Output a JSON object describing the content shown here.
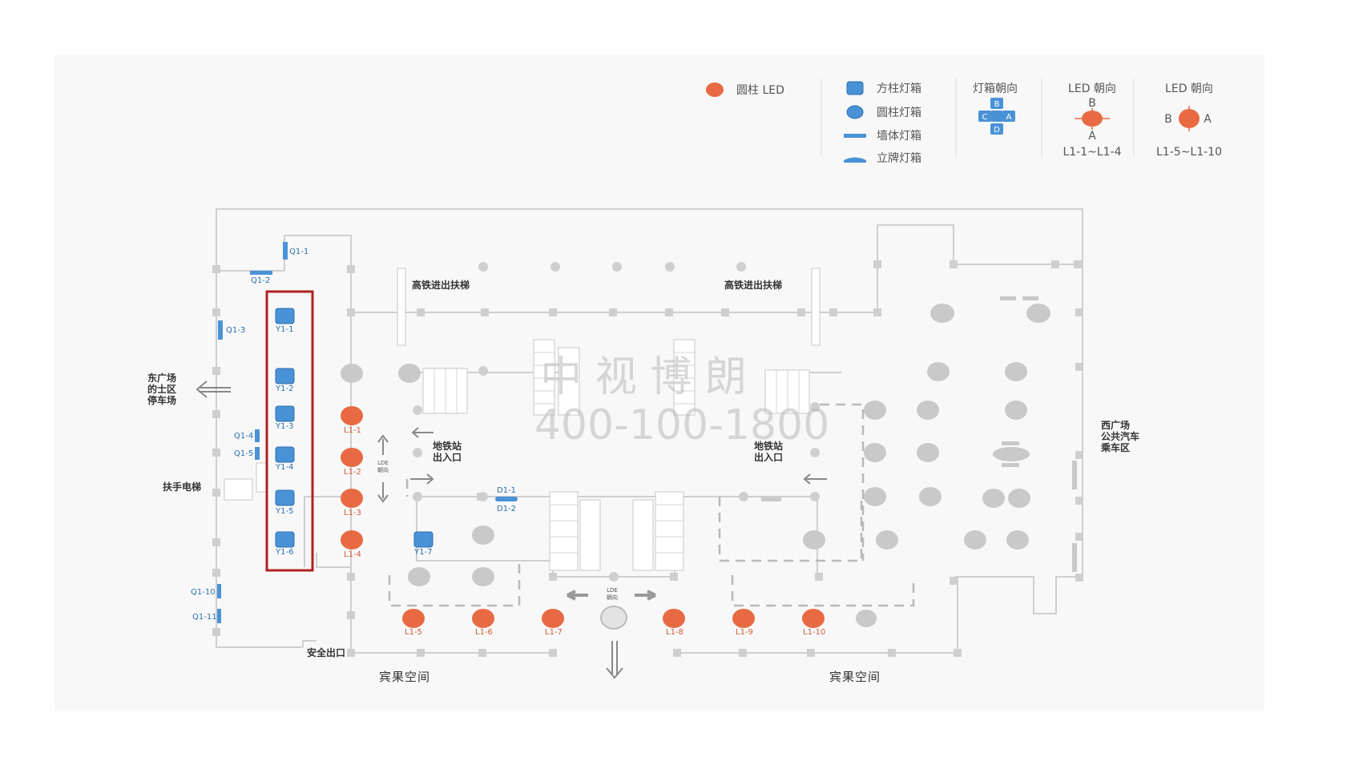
{
  "legend": {
    "round_led": "圆柱 LED",
    "square_box": "方柱灯箱",
    "round_box": "圆柱灯箱",
    "wall_box": "墙体灯箱",
    "stand_box": "立牌灯箱",
    "box_dir_title": "灯箱朝向",
    "box_dir": {
      "b": "B",
      "c": "C",
      "a": "A",
      "d": "D"
    },
    "led_dir1": {
      "title": "LED 朝向",
      "b": "B",
      "a": "A",
      "range": "L1-1~L1-4"
    },
    "led_dir2": {
      "title": "LED 朝向",
      "b": "B",
      "a": "A",
      "range": "L1-5~L1-10"
    }
  },
  "areas": {
    "east": "东广场的士区停车场",
    "west": "西广场公共汽车乘车区",
    "escalator_left": "扶手电梯",
    "hsr_escalator_1": "高铁进出扶梯",
    "hsr_escalator_2": "高铁进出扶梯",
    "metro_1": "地铁站出入口",
    "metro_2": "地铁站出入口",
    "bingo_1": "宾果空间",
    "bingo_2": "宾果空间",
    "safety_exit": "安全出口",
    "lde_1": "LDE朝向",
    "lde_2": "LDE朝向"
  },
  "wall_boxes": [
    "Q1-1",
    "Q1-2",
    "Q1-3",
    "Q1-4",
    "Q1-5",
    "Q1-10",
    "Q1-11"
  ],
  "square_boxes": [
    "Y1-1",
    "Y1-2",
    "Y1-3",
    "Y1-4",
    "Y1-5",
    "Y1-6",
    "Y1-7"
  ],
  "stand_boxes": [
    "D1-1",
    "D1-2"
  ],
  "leds": [
    "L1-1",
    "L1-2",
    "L1-3",
    "L1-4",
    "L1-5",
    "L1-6",
    "L1-7",
    "L1-8",
    "L1-9",
    "L1-10"
  ],
  "highlight": {
    "color": "#b02121"
  },
  "watermark": {
    "line1": "中 视 博 朗",
    "line2": "400-100-1800"
  },
  "colors": {
    "led": "#e86a43",
    "box": "#4a92d6",
    "gray": "#c9c9c9"
  }
}
